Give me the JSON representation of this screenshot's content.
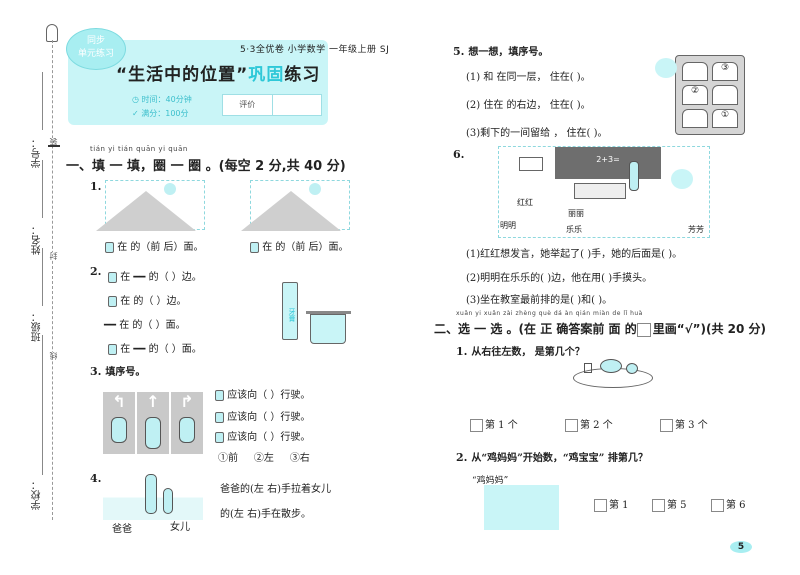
{
  "binding_strip": {
    "labels": [
      "学号：",
      "姓名：",
      "班级：",
      "学校："
    ],
    "seal_marks": [
      "装",
      "封",
      "线"
    ]
  },
  "header": {
    "badge_lines": [
      "同步",
      "单元练习"
    ],
    "series": "5·3全优卷  小学数学  一年级上册  SJ",
    "title_prefix": "“生活中的位置”",
    "title_highlight": "巩固",
    "title_suffix": "练习",
    "time_label": "时间：40分钟",
    "score_label": "满分：100分",
    "eval_label": "评价",
    "eval_value": ""
  },
  "section1": {
    "pinyin": "tián yi tián  quān yi quān",
    "title": "一、填 一 填，圈 一 圈 。(每空 2 分,共 40 分)",
    "q1": {
      "num": "1.",
      "captions": [
        "在 的（前  后）面。",
        "在 的（前  后）面。"
      ]
    },
    "q2": {
      "num": "2.",
      "lines": [
        "在 ━━ 的（        ）边。",
        "在     的（        ）边。",
        "━━ 在     的（        ）面。",
        "在 ━━ 的（        ）面。"
      ],
      "toothpaste_label": "牙膏"
    },
    "q3": {
      "num": "3.",
      "title": "填序号。",
      "lines": [
        "应该向（      ）行驶。",
        "应该向（      ）行驶。",
        "应该向（      ）行驶。"
      ],
      "options": [
        "①前",
        "②左",
        "③右"
      ],
      "arrows": [
        "↰",
        "↑",
        "↱"
      ]
    },
    "q4": {
      "num": "4.",
      "labels": [
        "爸爸",
        "女儿"
      ],
      "line1": "爸爸的(左   右)手拉着女儿",
      "line2": "的(左   右)手在散步。"
    }
  },
  "q5": {
    "num": "5.",
    "title": "想一想，填序号。",
    "lines": [
      "(1)   和   在同一层，  住在(      )。",
      "(2)   住在   的右边，  住在(      )。",
      "(3)剩下的一间留给   ，  住在(      )。"
    ],
    "rooms": [
      "",
      "③",
      "②",
      "",
      "",
      "①"
    ]
  },
  "q6": {
    "num": "6.",
    "board_text": "2+3=",
    "names": [
      "红红",
      "明明",
      "丽丽",
      "乐乐",
      "芳芳"
    ],
    "lines": [
      "(1)红红想发言，她举起了(     )手，她的后面是(          )。",
      "(2)明明在乐乐的(     )边，他在用(     )手摸头。",
      "(3)坐在教室最前排的是(        )和(        )。"
    ]
  },
  "section2": {
    "pinyin": "xuǎn yi xuǎn    zài zhèng què dá àn qián miàn de      lǐ huà",
    "title_prefix": "二、选 一 选 。(在 正 确答案前 面 的",
    "title_suffix": "里画“√”)(共 20 分)",
    "q1": {
      "num": "1.",
      "question": "从右往左数， 是第几个？",
      "options": [
        "第 1 个",
        "第 2 个",
        "第 3 个"
      ]
    },
    "q2": {
      "num": "2.",
      "question": "从“鸡妈妈”开始数，“鸡宝宝”  排第几？",
      "caption": "“鸡妈妈”",
      "options": [
        "第 1",
        "第 5",
        "第 6"
      ]
    }
  },
  "footer": {
    "page_number": "5"
  },
  "colors": {
    "accent": "#2ec8d8",
    "header_bg": "#c9f5f7",
    "illustration": "#bff0f3"
  }
}
